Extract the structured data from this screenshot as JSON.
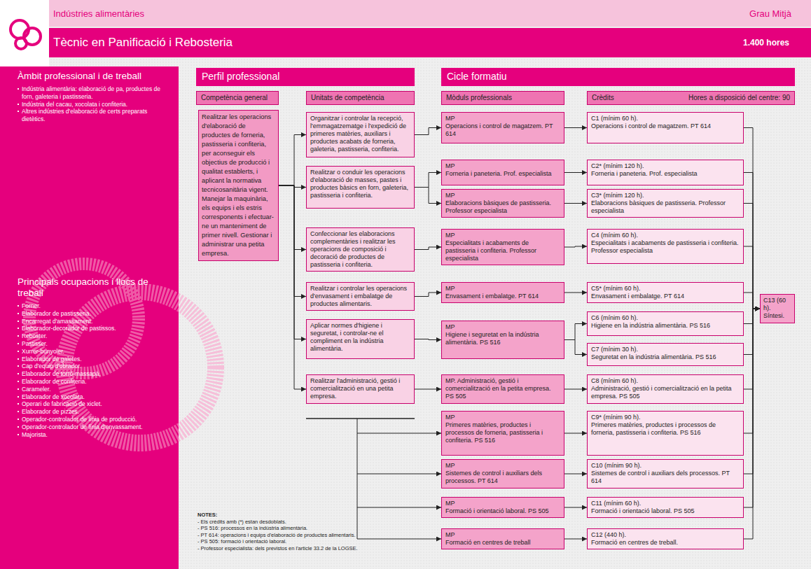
{
  "diagram": {
    "title": "Tècnic en Panificació i Rebosteria",
    "nodes": [
      {
        "text": [
          "Indústries alimentàries",
          "Grau Mitjà"
        ]
      },
      {
        "text": [
          "1.400 hores"
        ]
      },
      {
        "text": [
          "Àmbit professional i de treball",
          "Indústria alimentària: elaboració de pa, productes de forn, galeteria i pastisseria.",
          "Indústria del cacau, xocolata i confiteria.",
          "Altres indústries d'elaboració de certs preparats dietètics.",
          "Principals ocupacions i llocs de treball",
          "Forner.",
          "Elaborador de pastisseria.",
          "Encarregat d'amassament.",
          "Elaborador-decorador de pastissos.",
          "Reboster.",
          "Pastisser.",
          "Xurrer-bunyoler.",
          "Elaborador de galetes.",
          "Cap d'equip d'obrador.",
          "Elaborador de torró-massapà.",
          "Elaborador de confiteria.",
          "Carameler.",
          "Elaborador de xocolata.",
          "Operari de fabricació de xiclet.",
          "Elaborador de pizzes.",
          "Operador-controlador de línia de producció.",
          "Operador-controlador de línia d'envassament.",
          "Majorista."
        ]
      },
      {
        "text": [
          "Perfil professional"
        ]
      },
      {
        "text": [
          "Cicle formatiu"
        ]
      },
      {
        "text": [
          "Competència general"
        ]
      },
      {
        "text": [
          "Unitats de competència"
        ]
      },
      {
        "text": [
          "Mòduls professionals"
        ]
      },
      {
        "text": [
          "Crèdits",
          "Hores a disposició del centre: 90"
        ]
      },
      {
        "text": [
          "Realitzar les operacions d'elaboració de productes de forneria, pastisseria i confiteria, per aconseguir els objectius de producció i qualitat establerts, i aplicant la normativa tecnicosanitària vigent. Manejar la maquinària, els equips i els estris corresponents i efectuar-ne un manteniment de primer nivell. Gestionar i administrar una petita empresa."
        ]
      },
      {
        "text": [
          "Organitzar i controlar la recepció, l'emmagatzematge i l'expedició de primeres matèries, auxiliars i productes acabats de forneria, galeteria, pastisseria, confiteria."
        ]
      },
      {
        "text": [
          "Realitzar o conduir les operacions d'elaboració de masses, pastes i productes bàsics en forn, galeteria, pastisseria i confiteria."
        ]
      },
      {
        "text": [
          "Confeccionar les elaboracions complementàries i realitzar les operacions de composició i decoració de productes de pastisseria i confiteria."
        ]
      },
      {
        "text": [
          "Realitzar i controlar les operacions d'envasament i embalatge de productes alimentaris."
        ]
      },
      {
        "text": [
          "Aplicar normes d'higiene i seguretat, i controlar-ne el compliment en la indústria alimentària."
        ]
      },
      {
        "text": [
          "Realitzar l'administració, gestió i comercialització en una petita empresa."
        ]
      },
      {
        "text": [
          "MP",
          "Operacions i control de magatzem. PT 614"
        ]
      },
      {
        "text": [
          "MP",
          "Forneria i paneteria. Prof. especialista"
        ]
      },
      {
        "text": [
          "MP",
          "Elaboracions bàsiques de pastisseria. Professor especialista"
        ]
      },
      {
        "text": [
          "MP",
          "Especialitats i acabaments de pastisseria i confiteria. Professor especialista"
        ]
      },
      {
        "text": [
          "MP",
          "Envasament i embalatge. PT 614"
        ]
      },
      {
        "text": [
          "MP",
          "Higiene i seguretat en la indústria alimentària. PS 516"
        ]
      },
      {
        "text": [
          "MP. Administració, gestió i comercialització en la petita empresa. PS 505"
        ]
      },
      {
        "text": [
          "MP",
          "Primeres matèries, productes i processos de forneria, pastisseria i confiteria. PS 516"
        ]
      },
      {
        "text": [
          "MP",
          "Sistemes de control i auxiliars dels processos. PT 614"
        ]
      },
      {
        "text": [
          "MP",
          "Formació i orientació laboral. PS 505"
        ]
      },
      {
        "text": [
          "MP",
          "Formació en centres de treball"
        ]
      },
      {
        "text": [
          "C1 (mínim 60 h).",
          "Operacions i control de magatzem. PT 614"
        ]
      },
      {
        "text": [
          "C2* (mínim 120 h).",
          "Forneria i paneteria. Prof. especialista"
        ]
      },
      {
        "text": [
          "C3* (mínim 120 h).",
          "Elaboracions bàsiques de pastisseria. Professor especialista"
        ]
      },
      {
        "text": [
          "C4 (mínim 60 h).",
          "Especialitats i acabaments de pastisseria i confiteria. Professor especialista"
        ]
      },
      {
        "text": [
          "C5* (mínim 60 h).",
          "Envasament i embalatge. PT 614"
        ]
      },
      {
        "text": [
          "C6 (mínim 60 h).",
          "Higiene en la indústria alimentària. PS 516"
        ]
      },
      {
        "text": [
          "C7 (mínim 30 h).",
          "Seguretat en la indústria alimentària. PS 516"
        ]
      },
      {
        "text": [
          "C8 (mínim 60 h).",
          "Administració, gestió i comercialització en la petita empresa. PS 505"
        ]
      },
      {
        "text": [
          "C9* (mínim 90 h).",
          "Primeres matèries, productes i processos de forneria, pastisseria i confiteria. PS 516"
        ]
      },
      {
        "text": [
          "C10 (mínim 90 h).",
          "Sistemes de control i auxiliars dels processos. PT 614"
        ]
      },
      {
        "text": [
          "C11 (mínim 60 h).",
          "Formació i orientació laboral. PS 505"
        ]
      },
      {
        "text": [
          "C12 (440 h).",
          "Formació en centres de treball."
        ]
      },
      {
        "text": [
          "C13 (60 h).",
          "Síntesi."
        ]
      }
    ],
    "edges": [
      {
        "from": 9,
        "to": 10,
        "arrow": "to"
      },
      {
        "from": 9,
        "to": 11,
        "arrow": "to"
      },
      {
        "from": 9,
        "to": 12,
        "arrow": "to"
      },
      {
        "from": 9,
        "to": 13,
        "arrow": "to"
      },
      {
        "from": 9,
        "to": 14,
        "arrow": "to"
      },
      {
        "from": 9,
        "to": 15,
        "arrow": "to"
      },
      {
        "from": 10,
        "to": 16,
        "arrow": "to"
      },
      {
        "from": 11,
        "to": 17,
        "arrow": "to"
      },
      {
        "from": 11,
        "to": 18,
        "arrow": "to"
      },
      {
        "from": 12,
        "to": 19,
        "arrow": "to"
      },
      {
        "from": 13,
        "to": 20,
        "arrow": "to"
      },
      {
        "from": 14,
        "to": 21,
        "arrow": "to"
      },
      {
        "from": 15,
        "to": 22,
        "arrow": "to"
      },
      {
        "from": 16,
        "to": 27,
        "arrow": "to"
      },
      {
        "from": 17,
        "to": 28,
        "arrow": "to"
      },
      {
        "from": 18,
        "to": 29,
        "arrow": "to"
      },
      {
        "from": 19,
        "to": 30,
        "arrow": "to"
      },
      {
        "from": 20,
        "to": 31,
        "arrow": "to"
      },
      {
        "from": 21,
        "to": 32,
        "arrow": "to"
      },
      {
        "from": 21,
        "to": 33,
        "arrow": "to"
      },
      {
        "from": 22,
        "to": 34,
        "arrow": "to"
      },
      {
        "from": 23,
        "to": 35,
        "arrow": "to"
      },
      {
        "from": 24,
        "to": 36,
        "arrow": "to"
      },
      {
        "from": 25,
        "to": 37,
        "arrow": "to"
      },
      {
        "from": 26,
        "to": 38,
        "arrow": "to"
      },
      {
        "from": 27,
        "to": 39,
        "arrow": "to"
      },
      {
        "from": 28,
        "to": 39,
        "arrow": "to"
      },
      {
        "from": 29,
        "to": 39,
        "arrow": "to"
      },
      {
        "from": 30,
        "to": 39,
        "arrow": "to"
      },
      {
        "from": 31,
        "to": 39,
        "arrow": "to"
      },
      {
        "from": 32,
        "to": 39,
        "arrow": "to"
      },
      {
        "from": 33,
        "to": 39,
        "arrow": "to"
      },
      {
        "from": 34,
        "to": 39,
        "arrow": "to"
      },
      {
        "from": 35,
        "to": 39,
        "arrow": "to"
      },
      {
        "from": 36,
        "to": 39,
        "arrow": "to"
      },
      {
        "from": 37,
        "to": 39,
        "arrow": "to"
      },
      {
        "from": 38,
        "to": 39,
        "arrow": "to"
      }
    ],
    "labels": [
      "NOTES:",
      "- Els crèdits amb (*) estan desdoblats.",
      "- PS 516: processos en la indústria alimentària.",
      "- PT 614: operacions i equips d'elaboració de productes alimentaris.",
      "- PS 505: formació i orientació laboral.",
      "- Professor especialista: dels previstos en l'article 33.2 de la LOGSE."
    ]
  }
}
